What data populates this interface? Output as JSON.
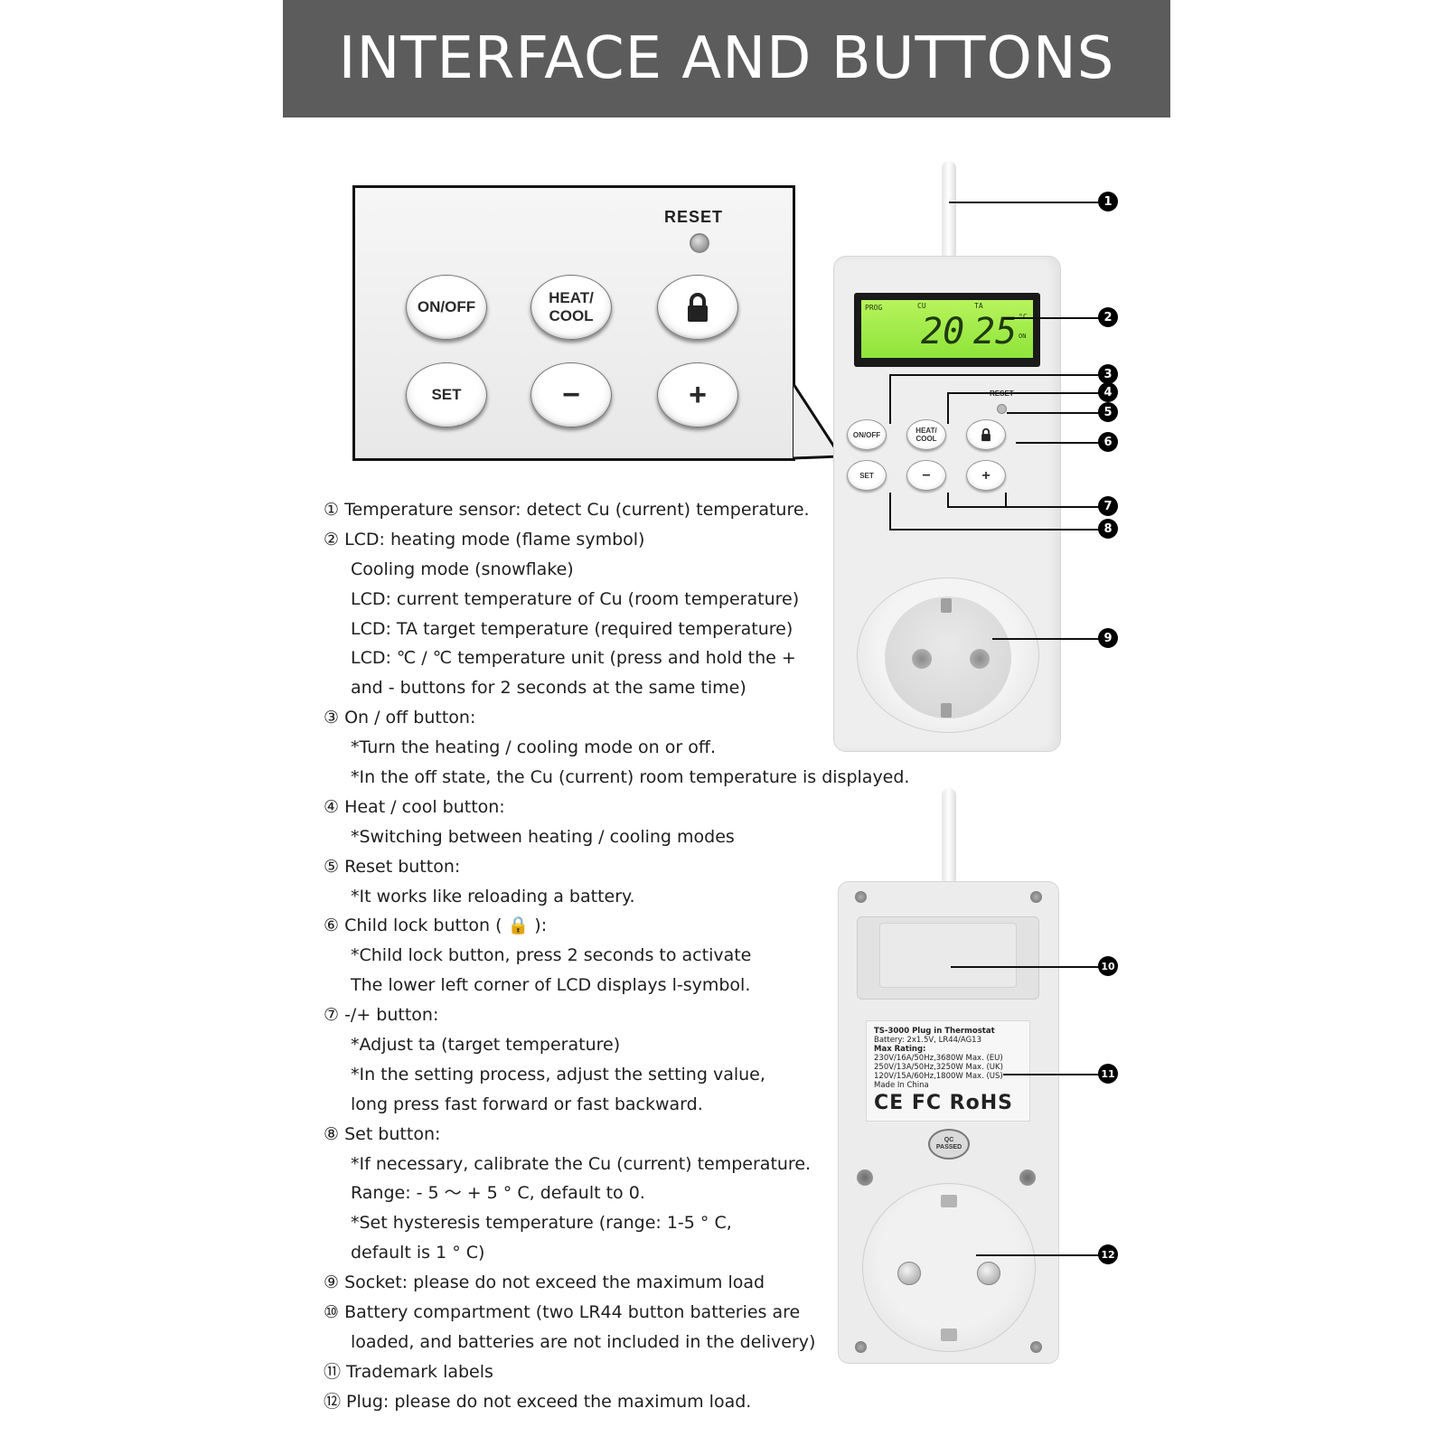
{
  "header": {
    "title": "INTERFACE AND BUTTONS"
  },
  "zoom_panel": {
    "reset_label": "RESET",
    "buttons": [
      {
        "key": "onoff",
        "label": "ON/OFF"
      },
      {
        "key": "heatcool",
        "label_line1": "HEAT/",
        "label_line2": "COOL"
      },
      {
        "key": "lock",
        "icon": "lock-icon"
      },
      {
        "key": "set",
        "label": "SET"
      },
      {
        "key": "minus",
        "label": "−"
      },
      {
        "key": "plus",
        "label": "+"
      }
    ]
  },
  "device": {
    "lcd": {
      "prog": "PROG",
      "cu_label": "CU",
      "ta_label": "TA",
      "cu_value": "20",
      "ta_value": "25",
      "unit": "°C",
      "on": "ON",
      "color": "#9de94a"
    },
    "reset_label": "RESET",
    "buttons": {
      "onoff": "ON/OFF",
      "heat": "HEAT/",
      "cool": "COOL",
      "set": "SET",
      "minus": "−",
      "plus": "+"
    }
  },
  "back_label": {
    "model": "TS-3000  Plug in Thermostat",
    "battery": "Battery: 2x1.5V, LR44/AG13",
    "max_rating": "Max Rating:",
    "eu": "230V/16A/50Hz,3680W Max. (EU)",
    "uk": "250V/13A/50Hz,3250W Max. (UK)",
    "us": "120V/15A/60Hz,1800W Max. (US)",
    "made": "Made In China",
    "cert": "CE FC RoHS",
    "qc_line1": "QC",
    "qc_line2": "PASSED"
  },
  "callouts": [
    "1",
    "2",
    "3",
    "4",
    "5",
    "6",
    "7",
    "8",
    "9",
    "10",
    "11",
    "12"
  ],
  "descriptions": [
    {
      "text": "① Temperature sensor: detect Cu (current) temperature.",
      "indent": false
    },
    {
      "text": "② LCD: heating mode (flame symbol)",
      "indent": false
    },
    {
      "text": "Cooling mode (snowflake)",
      "indent": true
    },
    {
      "text": "LCD: current temperature of Cu (room temperature)",
      "indent": true
    },
    {
      "text": "LCD: TA target temperature (required temperature)",
      "indent": true
    },
    {
      "text": "LCD: ℃ / ℃ temperature unit (press and hold the +",
      "indent": true
    },
    {
      "text": "and - buttons for 2 seconds at the same time)",
      "indent": true
    },
    {
      "text": "③ On / off button:",
      "indent": false
    },
    {
      "text": "*Turn the heating / cooling mode on or off.",
      "indent": true
    },
    {
      "text": "*In the off state, the Cu (current) room temperature is displayed.",
      "indent": true
    },
    {
      "text": "④ Heat / cool button:",
      "indent": false
    },
    {
      "text": "*Switching between heating / cooling modes",
      "indent": true
    },
    {
      "text": "⑤ Reset button:",
      "indent": false
    },
    {
      "text": "*It works like reloading a battery.",
      "indent": true
    },
    {
      "text": "⑥ Child lock button ( 🔒 ):",
      "indent": false
    },
    {
      "text": "*Child lock button, press 2 seconds to activate",
      "indent": true
    },
    {
      "text": "The lower left corner of LCD displays l-symbol.",
      "indent": true
    },
    {
      "text": "⑦ -/+ button:",
      "indent": false
    },
    {
      "text": "*Adjust ta (target temperature)",
      "indent": true
    },
    {
      "text": "*In the setting process, adjust the setting value,",
      "indent": true
    },
    {
      "text": " long press fast forward or fast backward.",
      "indent": true
    },
    {
      "text": "⑧ Set button:",
      "indent": false
    },
    {
      "text": "*If necessary, calibrate the Cu (current) temperature.",
      "indent": true
    },
    {
      "text": "Range: - 5 ～ + 5 ° C, default to 0.",
      "indent": true
    },
    {
      "text": "*Set hysteresis temperature (range: 1-5 ° C,",
      "indent": true
    },
    {
      "text": " default is 1 ° C)",
      "indent": true
    },
    {
      "text": "⑨ Socket: please do not exceed the maximum load",
      "indent": false
    },
    {
      "text": "⑩ Battery compartment (two LR44 button batteries are",
      "indent": false
    },
    {
      "text": "loaded, and batteries are not included in the delivery)",
      "indent": true
    },
    {
      "text": "⑪ Trademark labels",
      "indent": false
    },
    {
      "text": "⑫ Plug: please do not exceed the maximum load.",
      "indent": false
    }
  ]
}
